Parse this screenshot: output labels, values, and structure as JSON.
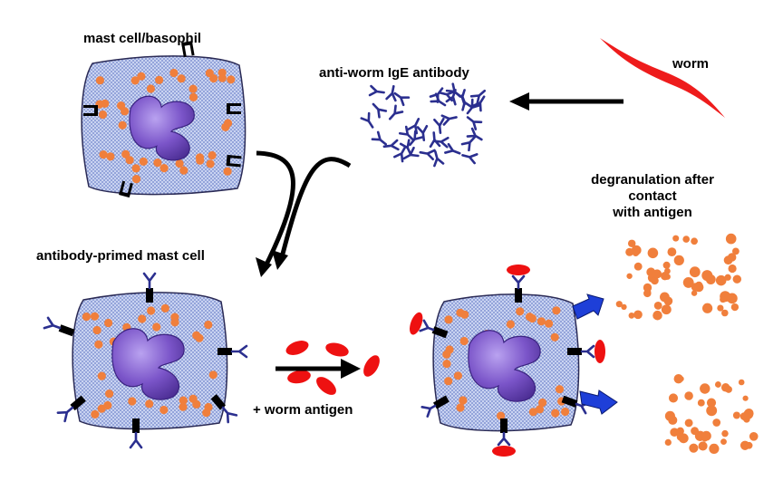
{
  "labels": {
    "mast_cell": "mast cell/basophil",
    "igE": "anti-worm IgE antibody",
    "worm": "worm",
    "degran_line1": "degranulation after",
    "degran_line2": "contact",
    "degran_line3": "with antigen",
    "primed": "antibody-primed mast cell",
    "worm_antigen": "+ worm antigen"
  },
  "colors": {
    "granule": "#f07f3c",
    "cytoplasm": "#b7c6ec",
    "nucleus": "#7b55c9",
    "antibody": "#2b2f8f",
    "receptor": "#000000",
    "worm": "#ee1c1c",
    "antigen": "#ee1111",
    "blue_arrow": "#1e3fd8"
  }
}
